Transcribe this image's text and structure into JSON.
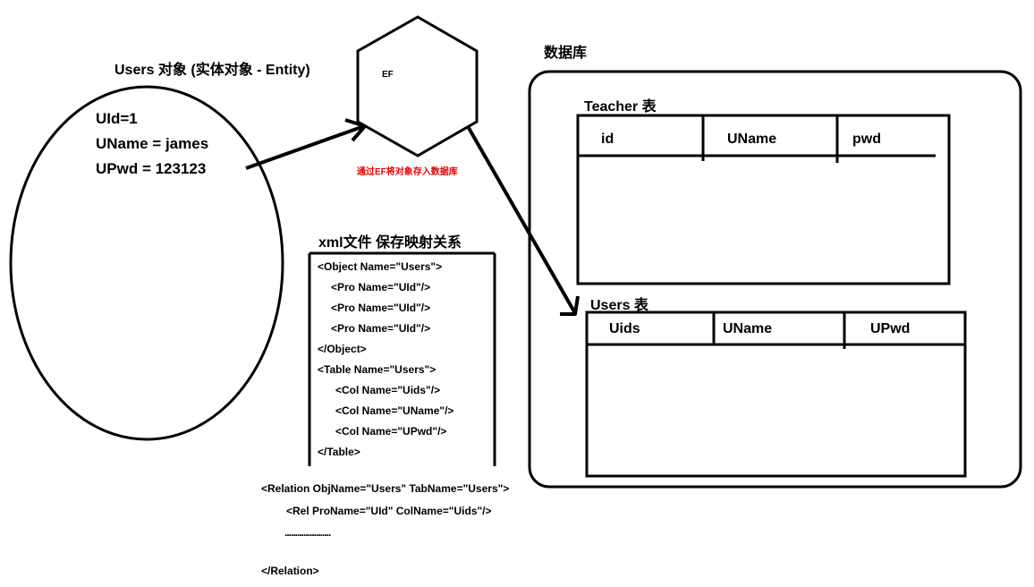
{
  "entity": {
    "title": "Users 对象 (实体对象 - Entity)",
    "attributes": [
      "UId=1",
      "UName = james",
      "UPwd = 123123"
    ]
  },
  "ef": {
    "label": "EF",
    "caption": "通过EF将对象存入数据库",
    "caption_color": "#e60000"
  },
  "xml": {
    "title": "xml文件 保存映射关系",
    "object_lines": [
      "<Object Name=\"Users\">",
      "<Pro Name=\"UId\"/>",
      "<Pro Name=\"UId\"/>",
      "<Pro Name=\"UId\"/>",
      "</Object>",
      "<Table Name=\"Users\">",
      "<Col Name=\"Uids\"/>",
      "<Col Name=\"UName\"/>",
      "<Col Name=\"UPwd\"/>",
      "</Table>"
    ],
    "relation_lines": [
      "<Relation ObjName=\"Users\" TabName=\"Users\">",
      "<Rel ProName=\"UId\" ColName=\"Uids\"/>",
      "......................",
      "</Relation>"
    ]
  },
  "database": {
    "title": "数据库",
    "teacher_table": {
      "title": "Teacher 表",
      "columns": [
        "id",
        "UName",
        "pwd"
      ]
    },
    "users_table": {
      "title": "Users 表",
      "columns": [
        "Uids",
        "UName",
        "UPwd"
      ]
    }
  }
}
